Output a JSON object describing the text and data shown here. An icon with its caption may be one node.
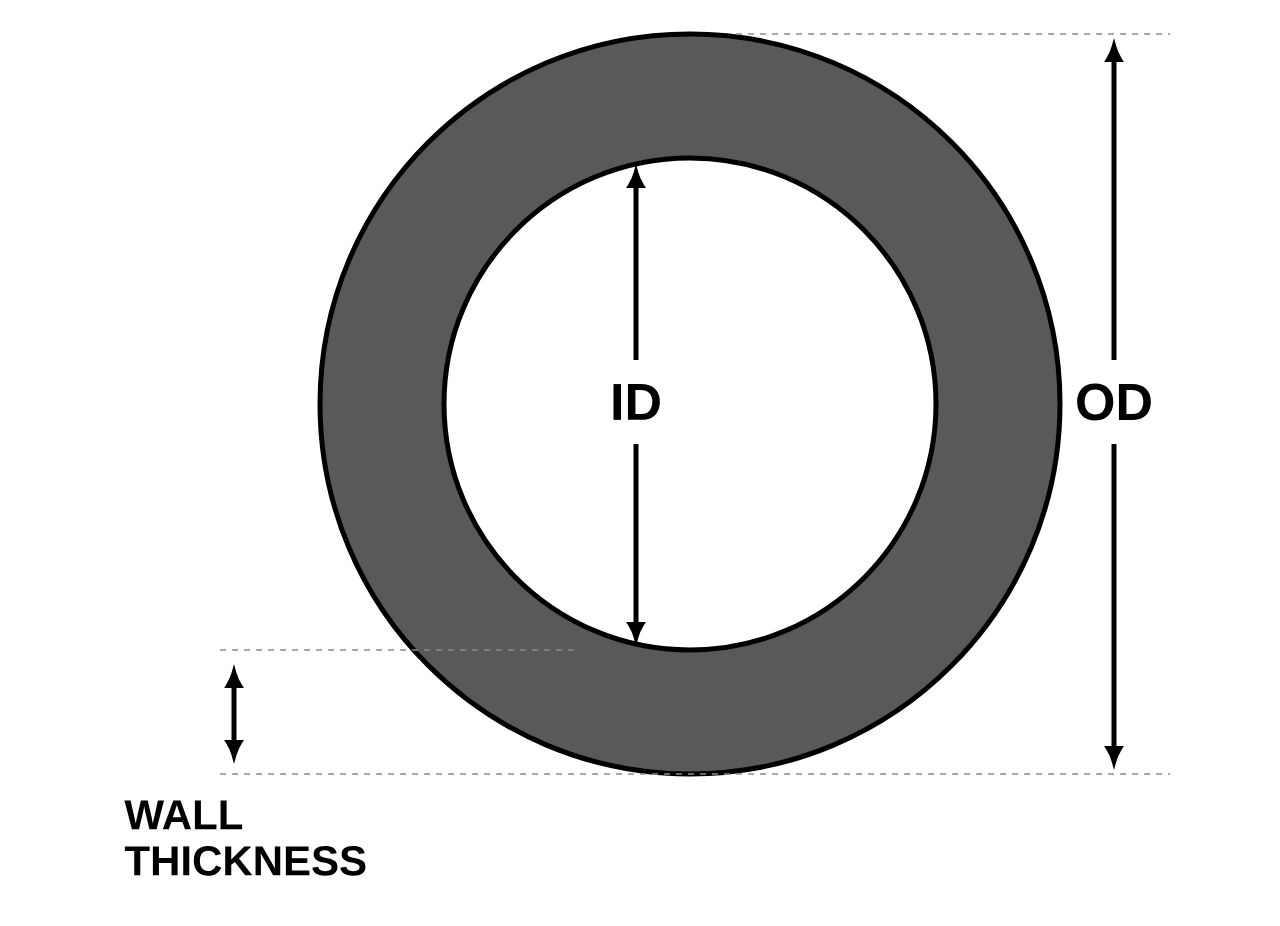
{
  "diagram": {
    "labels": [
      "ID",
      "OD",
      "WALL THICKNESS"
    ]
  }
}
